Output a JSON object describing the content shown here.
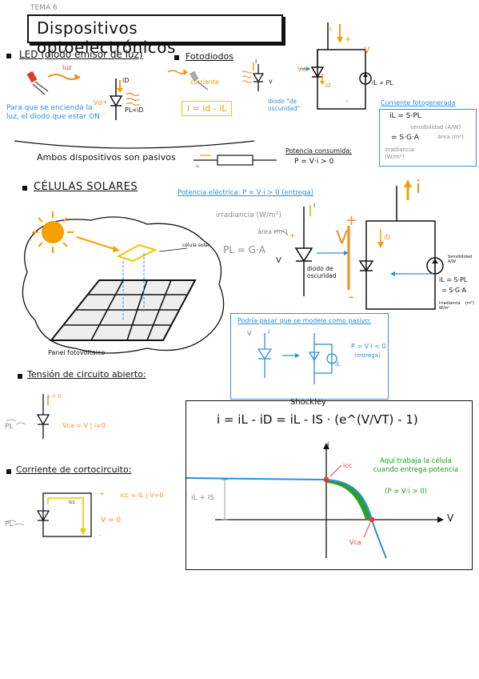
{
  "header": {
    "tema": "TEMA 6",
    "title": "Dispositivos optoelectrónicos"
  },
  "led": {
    "heading": "LED (diodo emisor de luz)",
    "luz": "luz",
    "note": "Para que se encienda la luz, el diodo que estar ON",
    "vd": "Vd",
    "id": "iD",
    "pl": "PL∝iD"
  },
  "foto": {
    "heading": "Fotodiodos",
    "corriente": "corriente",
    "formula": "i = id - iL",
    "i": "i",
    "v": "v",
    "vd": "Vd",
    "id": "id",
    "diodo_oscuridad": "diodo \"de oscuridad\"",
    "il": "iL ∝ PL",
    "plus": "+",
    "minus": "-",
    "V": "V",
    "corriente_fotogenerada": "Corriente fotogenerada",
    "formula1": "iL = S·PL",
    "formula2": "= S·G·A",
    "sensibilidad": "sensibilidad (A/W)",
    "area": "área (m²)",
    "irradiancia": "irradiancia (W/m²)"
  },
  "pasivos": {
    "text": "Ambos dispositivos son pasivos",
    "potencia_label": "Potencia consumida:",
    "potencia_formula": "P = V·i > 0"
  },
  "celulas": {
    "heading": "CÉLULAS SOLARES",
    "potencia_electrica": "Potencia eléctrica: P = V·i > 0 (entrega)",
    "irradiancia": "irradiancia (W/m²)",
    "area": "área (m²)",
    "pl_formula": "PL = G·A",
    "celula_solar": "célula solar",
    "panel": "Panel fotovoltaico",
    "V": "V",
    "i": "i",
    "iD": "iD",
    "diodo_oscuridad": "diodo de oscuridad",
    "sensibilidad_side": "Sensibilidad A/W",
    "il_formula1": "iL = S·PL",
    "il_formula2": "= S·G·A",
    "irradiancia_side": "Irradiancia W/m²",
    "area_side": "(m²)"
  },
  "pasivo_box": {
    "title": "Podría pasar que se modele como pasivo:",
    "formula": "P = V·i < 0",
    "entrega": "(entrega)",
    "i": "i",
    "v": "V",
    "il": "iL"
  },
  "tension": {
    "heading": "Tensión de circuito abierto:",
    "i0": "i = 0",
    "formula": "Vca = V | i=0",
    "pl": "PL"
  },
  "corriente": {
    "heading": "Corriente de cortocircuito:",
    "icc": "icc",
    "formula": "icc = iL | V=0",
    "v0": "V = 0",
    "plus": "+",
    "minus": "-",
    "pl": "PL"
  },
  "graph": {
    "shockley": "Shockley",
    "equation": "i = iL - iD = iL - IS · (e^(V/VT) - 1)",
    "i_axis": "i",
    "v_axis": "V",
    "offset_label": "iL + IS",
    "icc": "icc",
    "vca": "Vca",
    "aqui": "Aquí trabaja la célula cuando entrega potencia",
    "aqui_formula": "(P = V·i > 0)"
  },
  "colors": {
    "blue": "#2b8fe0",
    "orange": "#f28c1e",
    "yellow": "#f5c400",
    "green": "#1aa01a",
    "red": "#e04040"
  }
}
